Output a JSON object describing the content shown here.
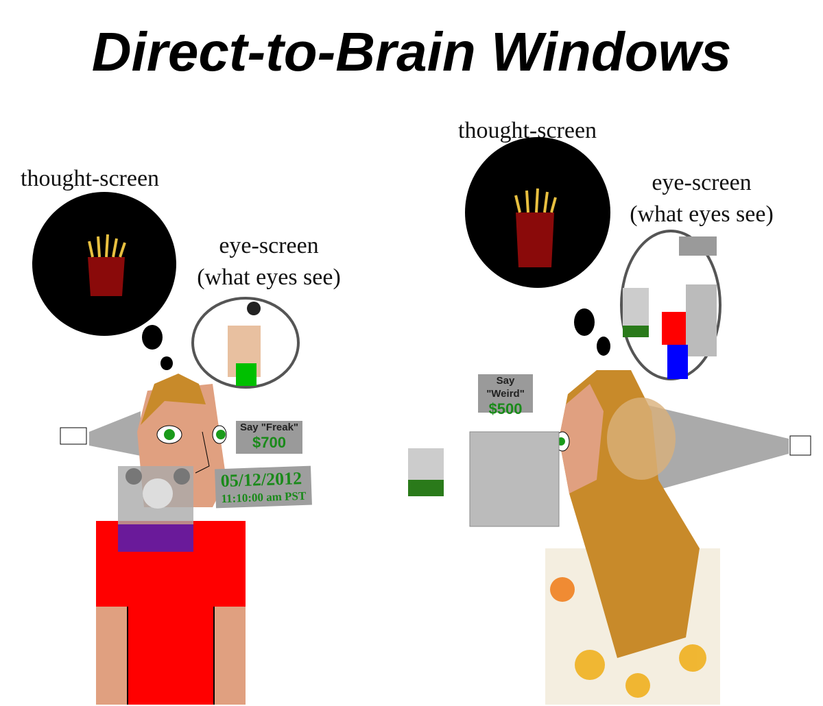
{
  "title": "Direct-to-Brain Windows",
  "left_scene": {
    "thought_label": "thought-screen",
    "eye_label": "eye-screen",
    "eye_sublabel": "(what eyes see)",
    "sign_line1": "Say \"Freak\"",
    "sign_line2": "$700",
    "date": "05/12/2012",
    "time": "11:10:00 am PST"
  },
  "right_scene": {
    "thought_label": "thought-screen",
    "eye_label": "eye-screen",
    "eye_sublabel": "(what eyes see)",
    "sign_line1": "Say \"Weird\"",
    "sign_line2": "$500"
  },
  "colors": {
    "shirt_red": "#ff0000",
    "skin": "#e0a080",
    "hair": "#c88a2a",
    "sign_green": "#1a8a1a"
  }
}
